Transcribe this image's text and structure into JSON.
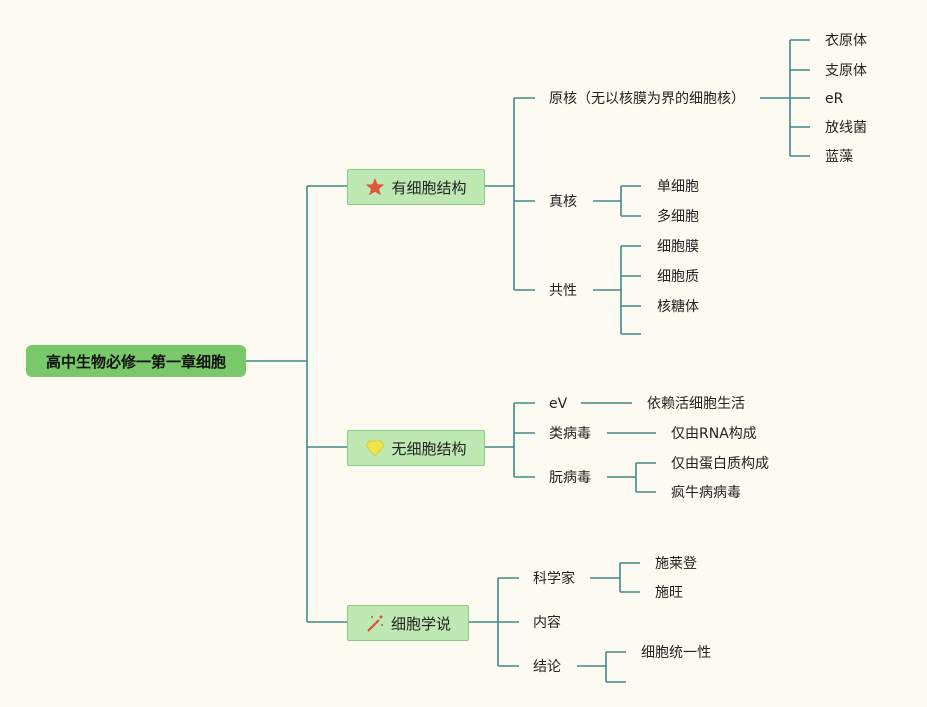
{
  "root": "高中生物必修一第一章细胞",
  "branches": [
    {
      "label": "有细胞结构",
      "icon": "star-icon"
    },
    {
      "label": "无细胞结构",
      "icon": "diamond-icon"
    },
    {
      "label": "细胞学说",
      "icon": "magic-wand-icon"
    }
  ],
  "nodes": {
    "prokaryote": "原核（无以核膜为界的细胞核）",
    "pro_1": "衣原体",
    "pro_2": "支原体",
    "pro_3": "eR",
    "pro_4": "放线菌",
    "pro_5": "蓝藻",
    "eukaryote": "真核",
    "euk_1": "单细胞",
    "euk_2": "多细胞",
    "common": "共性",
    "com_1": "细胞膜",
    "com_2": "细胞质",
    "com_3": "核糖体",
    "virus": "eV",
    "virus_1": "依赖活细胞生活",
    "viroid": "类病毒",
    "viroid_1": "仅由RNA构成",
    "prion": "朊病毒",
    "prion_1": "仅由蛋白质构成",
    "prion_2": "疯牛病病毒",
    "scientist": "科学家",
    "sci_1": "施莱登",
    "sci_2": "施旺",
    "content": "内容",
    "conclusion": "结论",
    "con_1": "细胞统一性"
  },
  "colors": {
    "line": "#3f8a87",
    "root_bg": "#79c96a",
    "branch_bg": "#bfe9b2",
    "star": "#e0573a",
    "diamond": "#f2e24c",
    "wand": "#d94b3b"
  }
}
